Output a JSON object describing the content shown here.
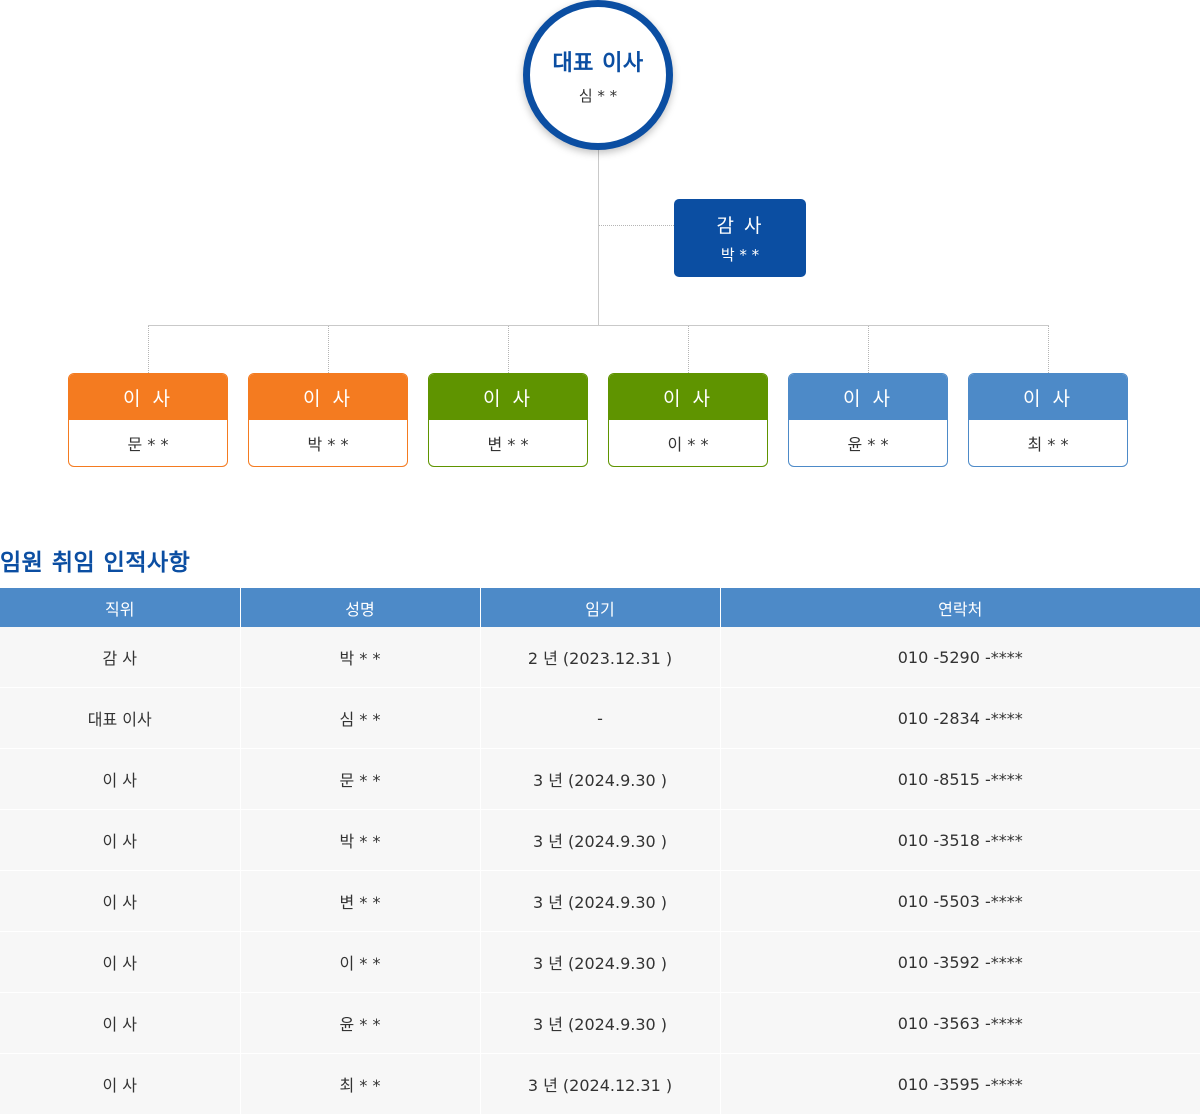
{
  "org": {
    "ceo": {
      "title": "대표 이사",
      "name": "심 * *"
    },
    "auditor": {
      "title": "감 사",
      "name": "박 * *"
    },
    "directors": [
      {
        "title": "이 사",
        "name": "문 * *",
        "color": "#f47b20"
      },
      {
        "title": "이 사",
        "name": "박 * *",
        "color": "#f47b20"
      },
      {
        "title": "이 사",
        "name": "변 * *",
        "color": "#5f9400"
      },
      {
        "title": "이 사",
        "name": "이 * *",
        "color": "#5f9400"
      },
      {
        "title": "이 사",
        "name": "윤 * *",
        "color": "#4d8ac8"
      },
      {
        "title": "이 사",
        "name": "최 * *",
        "color": "#4d8ac8"
      }
    ]
  },
  "section": {
    "title": "임원 취임 인적사항"
  },
  "table": {
    "headers": [
      "직위",
      "성명",
      "임기",
      "연락처"
    ],
    "rows": [
      [
        "감 사",
        "박 * *",
        "2 년 (2023.12.31 )",
        "010 -5290 -****"
      ],
      [
        "대표 이사",
        "심 * *",
        "-",
        "010 -2834 -****"
      ],
      [
        "이 사",
        "문 * *",
        "3 년 (2024.9.30 )",
        "010 -8515 -****"
      ],
      [
        "이 사",
        "박 * *",
        "3 년 (2024.9.30 )",
        "010 -3518 -****"
      ],
      [
        "이 사",
        "변 * *",
        "3 년 (2024.9.30 )",
        "010 -5503 -****"
      ],
      [
        "이 사",
        "이  * *",
        "3 년 (2024.9.30 )",
        "010 -3592 -****"
      ],
      [
        "이 사",
        "윤 * *",
        "3 년 (2024.9.30 )",
        "010 -3563 -****"
      ],
      [
        "이 사",
        "최 * *",
        "3 년 (2024.12.31 )",
        "010 -3595 -****"
      ]
    ]
  },
  "colors": {
    "primary": "#0b4ea2",
    "header": "#4d8ac8",
    "row": "#f7f7f7"
  }
}
